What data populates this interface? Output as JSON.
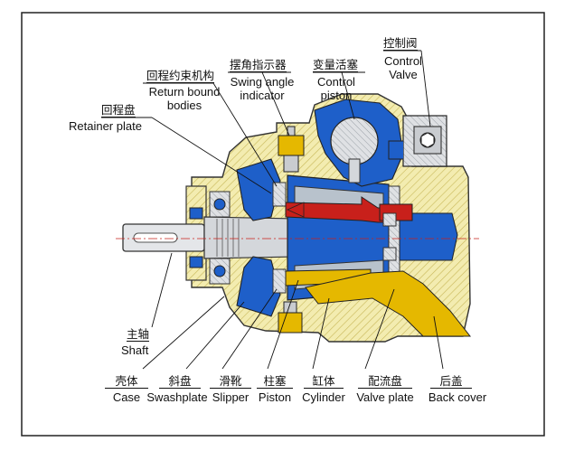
{
  "colors": {
    "case_hatch": "#e8dc7a",
    "oil_passage_blue": "#1e5fc9",
    "high_pressure_red": "#c8201b",
    "suction_yellow": "#e5b800",
    "metal_gray": "#c9ccd0",
    "frame_border": "#222222"
  },
  "labels": {
    "return_bound_zh": "回程约束机构",
    "return_bound_en_1": "Return bound",
    "return_bound_en_2": "bodies",
    "retainer_zh": "回程盘",
    "retainer_en": "Retainer plate",
    "swing_zh": "摆角指示器",
    "swing_en_1": "Swing angle",
    "swing_en_2": "indicator",
    "control_piston_zh": "变量活塞",
    "control_piston_en_1": "Control",
    "control_piston_en_2": "piston",
    "control_valve_zh": "控制阀",
    "control_valve_en_1": "Control",
    "control_valve_en_2": "Valve",
    "shaft_zh": "主轴",
    "shaft_en": "Shaft",
    "case_zh": "壳体",
    "case_en": "Case",
    "swashplate_zh": "斜盘",
    "swashplate_en": "Swashplate",
    "slipper_zh": "滑靴",
    "slipper_en": "Slipper",
    "piston_zh": "柱塞",
    "piston_en": "Piston",
    "cylinder_zh": "缸体",
    "cylinder_en": "Cylinder",
    "valve_plate_zh": "配流盘",
    "valve_plate_en": "Valve plate",
    "back_cover_zh": "后盖",
    "back_cover_en": "Back cover"
  }
}
